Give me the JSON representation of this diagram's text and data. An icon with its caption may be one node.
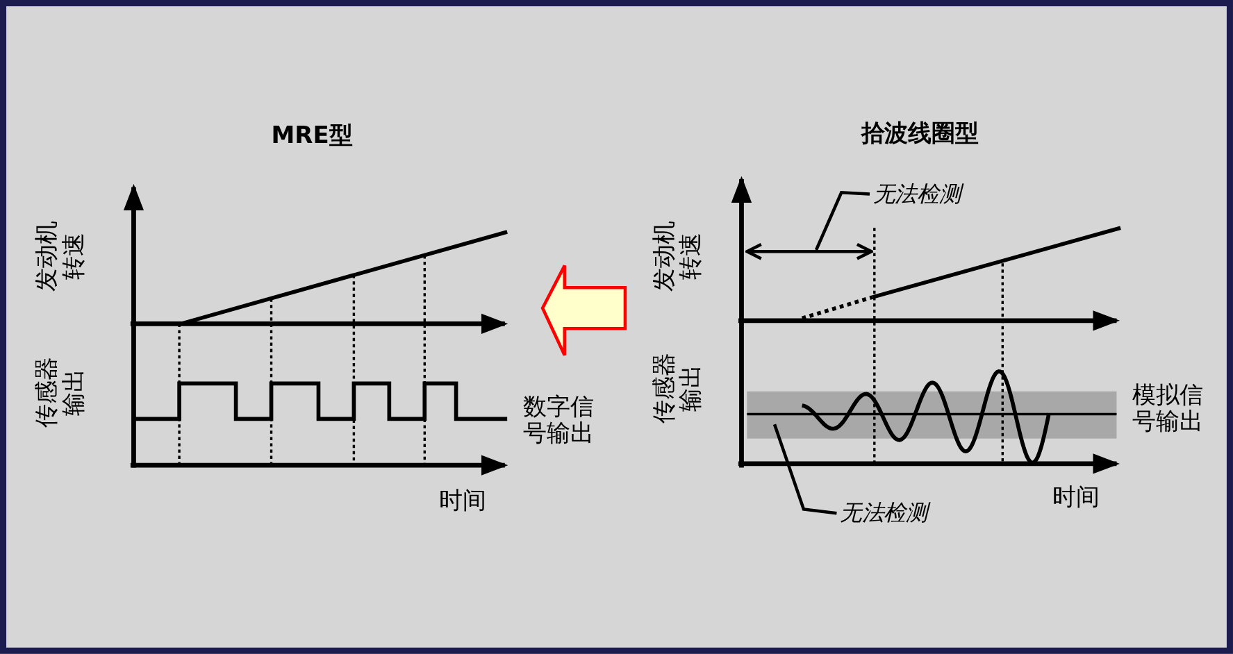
{
  "diagram": {
    "nodes": [
      {
        "text": [
          "无法检测"
        ]
      },
      {
        "text": [
          "无法检测"
        ]
      }
    ],
    "edges": [
      {
        "from": 0,
        "to": null,
        "arrow": "none"
      },
      {
        "from": 1,
        "to": null,
        "arrow": "none"
      }
    ],
    "labels": [
      "MRE型",
      "发动机转速",
      "传感器输出",
      "数字信号输出",
      "时间",
      "拾波线圈型",
      "发动机转速",
      "传感器输出",
      "模拟信号输出",
      "时间"
    ]
  }
}
